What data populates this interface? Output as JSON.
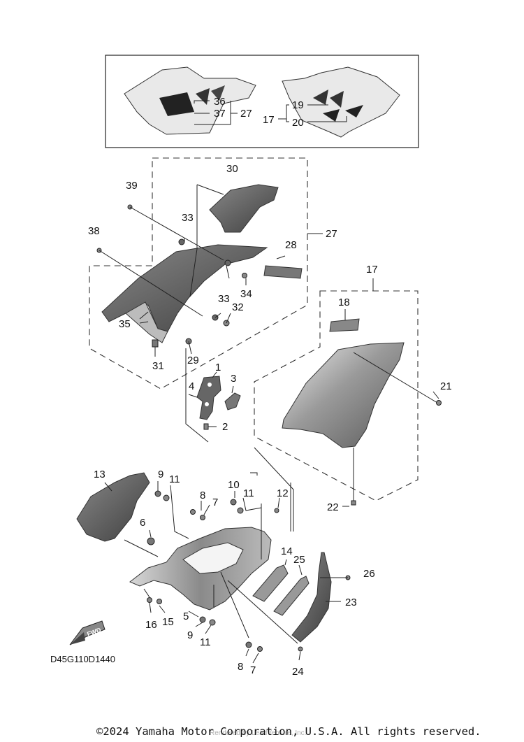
{
  "diagram": {
    "code": "D45G110D1440",
    "footer": "©2024 Yamaha Motor Corporation, U.S.A. All rights reserved.",
    "watermark": "Rendered by LeadVenture, Inc.",
    "fwd_label": "FWD",
    "callouts": {
      "c1": "1",
      "c2": "2",
      "c3": "3",
      "c4": "4",
      "c5": "5",
      "c6": "6",
      "c7a": "7",
      "c7b": "7",
      "c8a": "8",
      "c8b": "8",
      "c9a": "9",
      "c9b": "9",
      "c10": "10",
      "c11a": "11",
      "c11b": "11",
      "c11c": "11",
      "c12": "12",
      "c13": "13",
      "c14": "14",
      "c15": "15",
      "c16": "16",
      "c17a": "17",
      "c17b": "17",
      "c18": "18",
      "c19": "19",
      "c20": "20",
      "c21": "21",
      "c22": "22",
      "c23": "23",
      "c24": "24",
      "c25": "25",
      "c26": "26",
      "c27a": "27",
      "c27b": "27",
      "c28": "28",
      "c29": "29",
      "c30": "30",
      "c31": "31",
      "c32": "32",
      "c33a": "33",
      "c33b": "33",
      "c34": "34",
      "c35": "35",
      "c36": "36",
      "c37": "37",
      "c38": "38",
      "c39": "39"
    }
  }
}
